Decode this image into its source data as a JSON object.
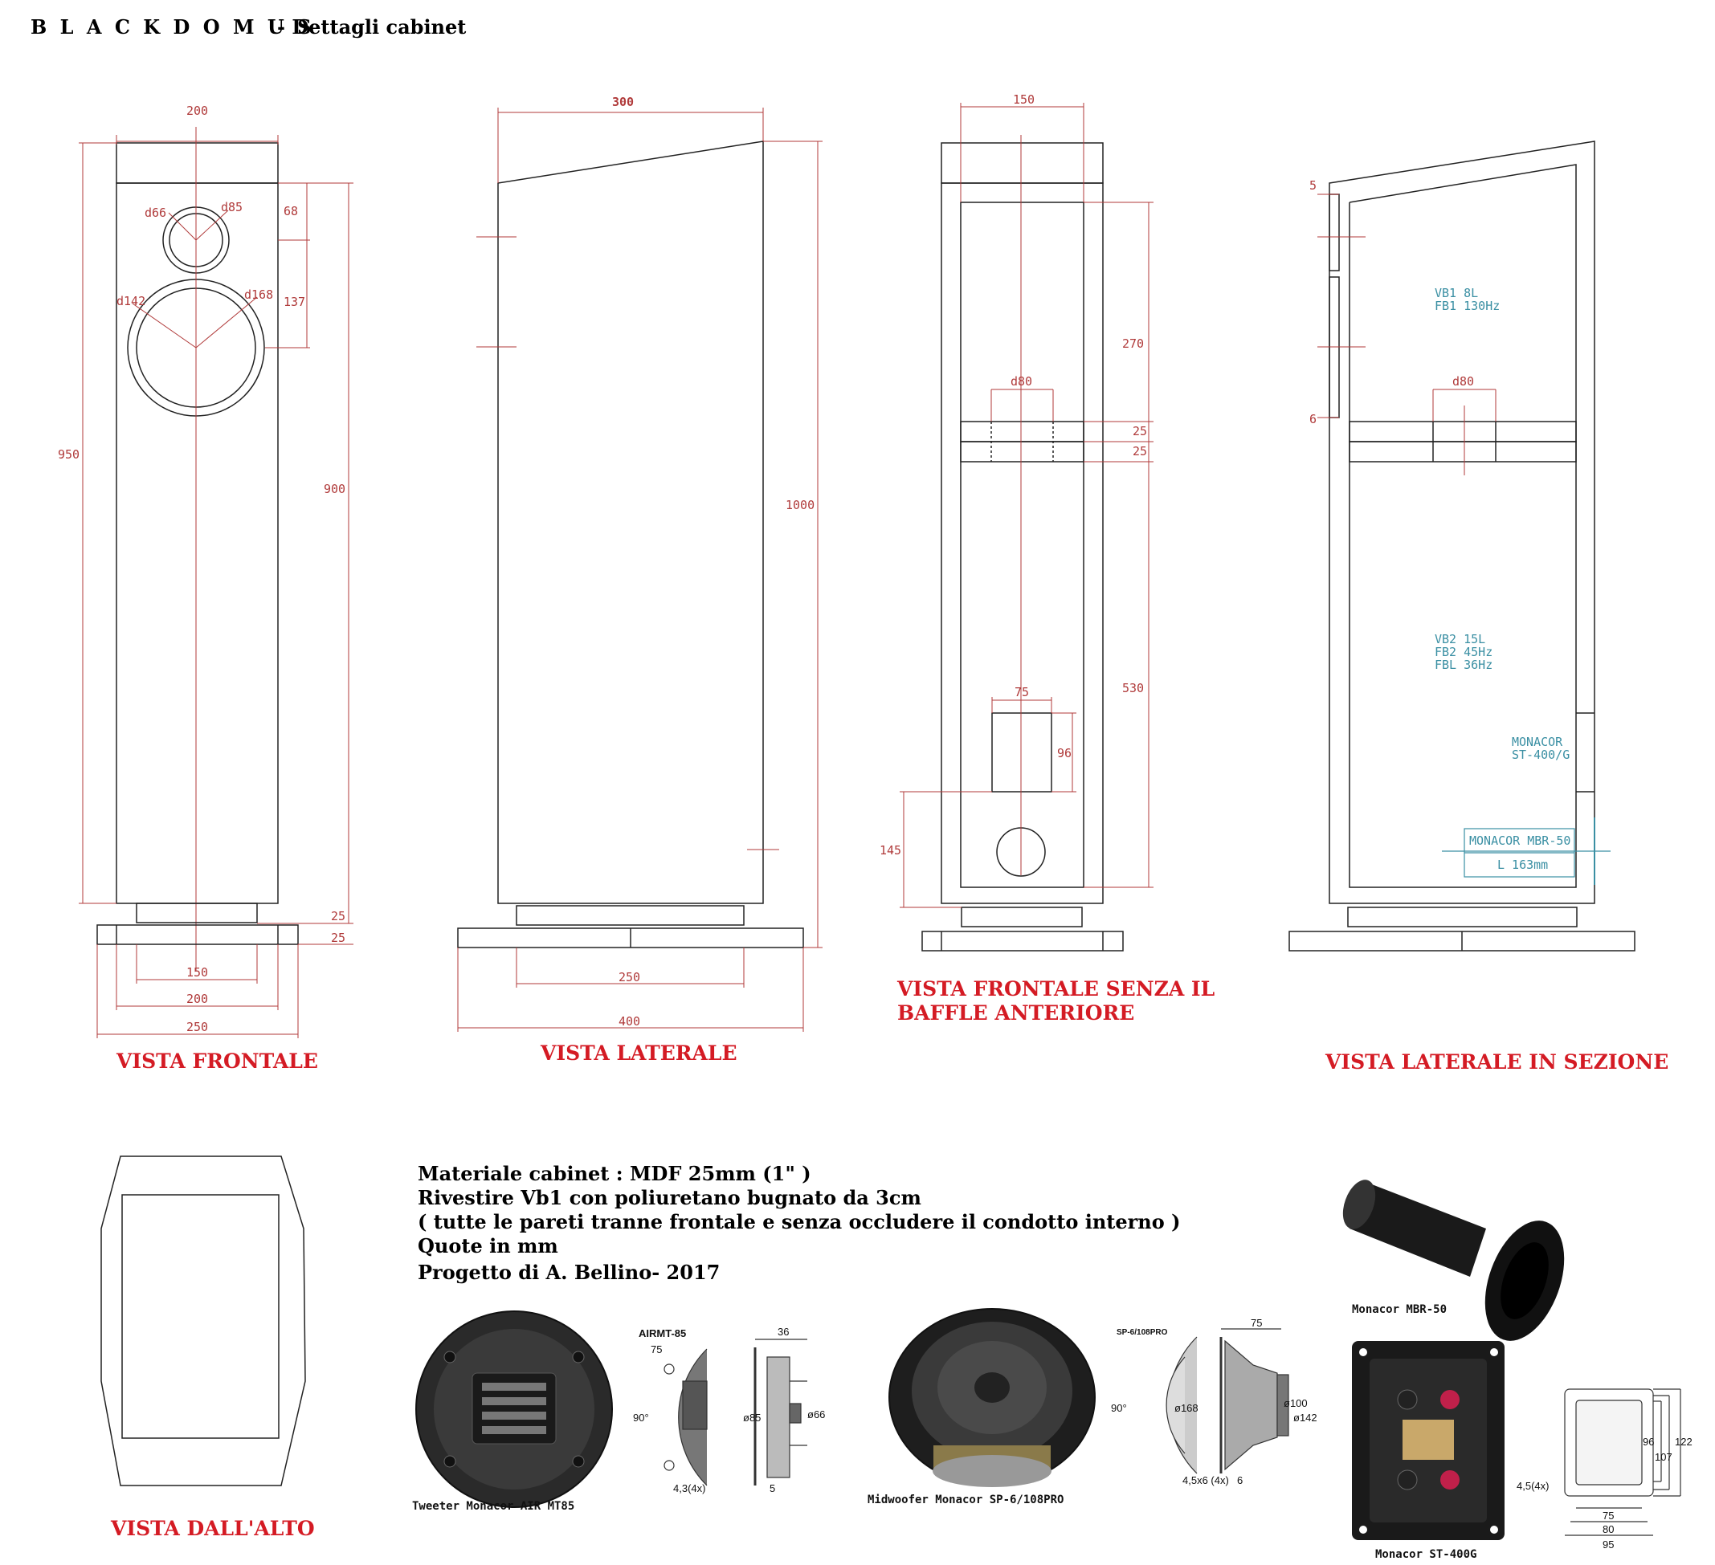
{
  "title": {
    "main": "B L A C K     D O M U S",
    "sub": "- Dettagli cabinet"
  },
  "views": {
    "front": "VISTA FRONTALE",
    "side": "VISTA LATERALE",
    "front_no_baffle_1": "VISTA FRONTALE SENZA IL",
    "front_no_baffle_2": "BAFFLE ANTERIORE",
    "section": "VISTA LATERALE IN SEZIONE",
    "top": "VISTA DALL'ALTO"
  },
  "front_dims": {
    "width_top": "200",
    "d66": "d66",
    "d85": "d85",
    "d142": "d142",
    "d168": "d168",
    "v68": "68",
    "v137": "137",
    "h950": "950",
    "h900": "900",
    "b25a": "25",
    "b25b": "25",
    "w150": "150",
    "w200": "200",
    "w250": "250"
  },
  "side_dims": {
    "depth": "300",
    "height": "1000",
    "w250": "250",
    "w400": "400"
  },
  "nobaffle_dims": {
    "w150": "150",
    "d80": "d80",
    "v270": "270",
    "v25a": "25",
    "v25b": "25",
    "v530": "530",
    "w75": "75",
    "v96": "96",
    "v145": "145"
  },
  "section_dims": {
    "v5": "5",
    "v6": "6",
    "d80": "d80",
    "vb1_1": "VB1  8L",
    "vb1_2": "FB1  130Hz",
    "vb2_1": "VB2  15L",
    "vb2_2": "FB2  45Hz",
    "vb2_3": "FBL  36Hz",
    "terminal_1": "MONACOR",
    "terminal_2": "ST-400/G",
    "port_1": "MONACOR MBR-50",
    "port_2": "L  163mm"
  },
  "notes": [
    "Materiale cabinet : MDF 25mm (1\" )",
    "Rivestire Vb1 con poliuretano bugnato da 3cm",
    "( tutte le pareti tranne frontale e senza occludere il condotto interno )",
    "Quote in mm",
    "Progetto di A. Bellino- 2017"
  ],
  "parts": {
    "tweeter_caption": "Tweeter Monacor AIR MT85",
    "tweeter_model": "AIRMT-85",
    "tweeter_d75": "75",
    "tweeter_90": "90°",
    "tweeter_d85": "ø85",
    "tweeter_36": "36",
    "tweeter_d66": "ø66",
    "tweeter_43": "4,3(4x)",
    "tweeter_5": "5",
    "woofer_caption": "Midwoofer Monacor SP-6/108PRO",
    "woofer_model": "SP-6/108PRO",
    "woofer_90": "90°",
    "woofer_168": "ø168",
    "woofer_75": "75",
    "woofer_100": "ø100",
    "woofer_142": "ø142",
    "woofer_45": "4,5x6 (4x)",
    "woofer_6": "6",
    "port_caption": "Monacor MBR-50",
    "terminal_caption": "Monacor ST-400G",
    "term_45": "4,5(4x)",
    "term_75": "75",
    "term_80": "80",
    "term_95": "95",
    "term_96": "96",
    "term_107": "107",
    "term_122": "122"
  }
}
